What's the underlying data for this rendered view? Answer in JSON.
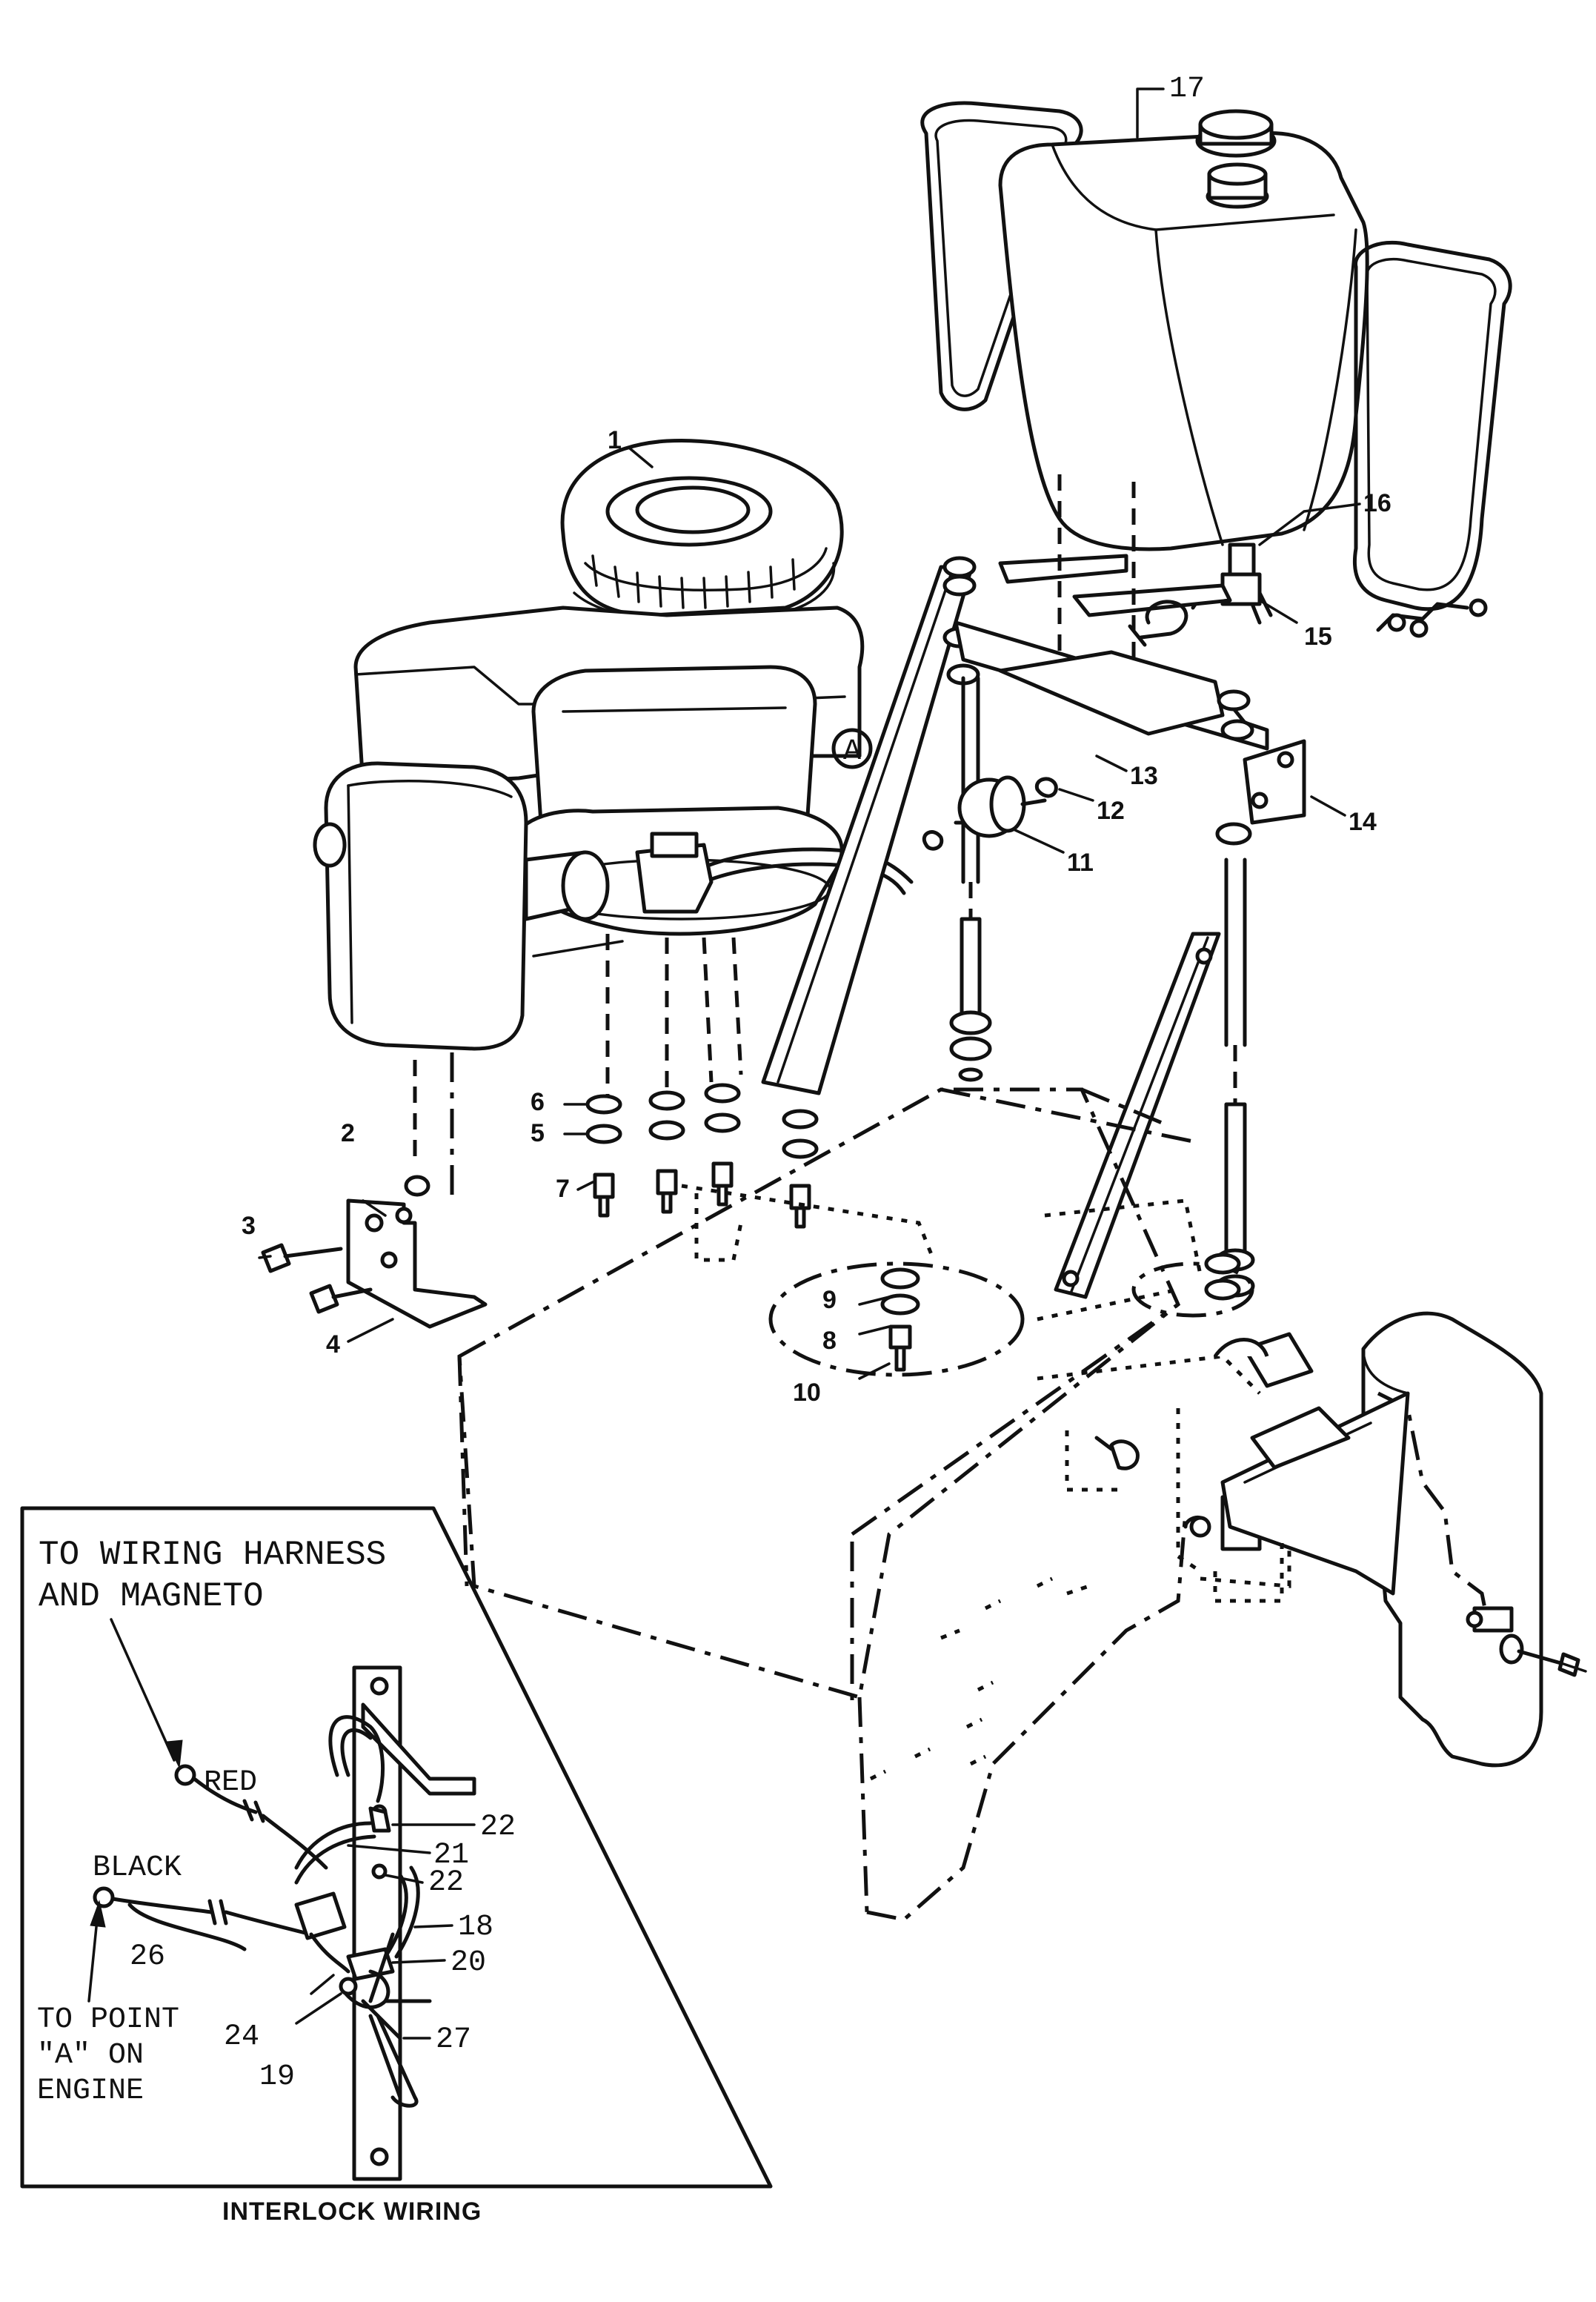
{
  "diagram": {
    "callouts": {
      "c1": "1",
      "c2": "2",
      "c3": "3",
      "c4": "4",
      "c5": "5",
      "c6": "6",
      "c7": "7",
      "c8": "8",
      "c9": "9",
      "c10": "10",
      "c11": "11",
      "c12": "12",
      "c13": "13",
      "c14": "14",
      "c15": "15",
      "c16": "16",
      "c17": "17"
    },
    "engine_point": "A",
    "inset": {
      "title": "INTERLOCK WIRING",
      "harness_line1": "TO WIRING HARNESS",
      "harness_line2": "AND MAGNETO",
      "red": "RED",
      "black": "BLACK",
      "point_line1": "TO POINT",
      "point_line2": "\"A\" ON",
      "point_line3": "ENGINE",
      "callouts": {
        "c18": "18",
        "c19": "19",
        "c20": "20",
        "c21": "21",
        "c22a": "22",
        "c22b": "22",
        "c24": "24",
        "c26": "26",
        "c27": "27"
      }
    }
  }
}
